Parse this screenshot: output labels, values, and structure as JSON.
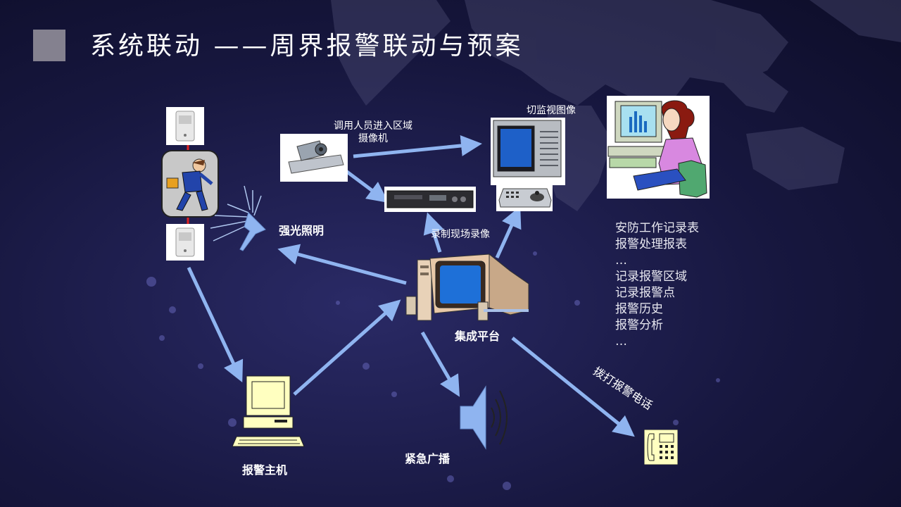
{
  "title": "系统联动 ——周界报警联动与预案",
  "labels": {
    "camera": "调用人员进入区域\n摄像机",
    "switch_monitor": "切监视图像",
    "floodlight": "强光照明",
    "record_video": "录制现场录像",
    "platform": "集成平台",
    "alarm_host": "报警主机",
    "broadcast": "紧急广播",
    "dial_phone": "拨打报警电话"
  },
  "records": [
    "安防工作记录表",
    "报警处理报表",
    "…",
    "记录报警区域",
    "记录报警点",
    "报警历史",
    "报警分析",
    "…"
  ],
  "colors": {
    "arrow": "#8fb4f0",
    "background": "#17173f",
    "title_square": "#84818f"
  }
}
